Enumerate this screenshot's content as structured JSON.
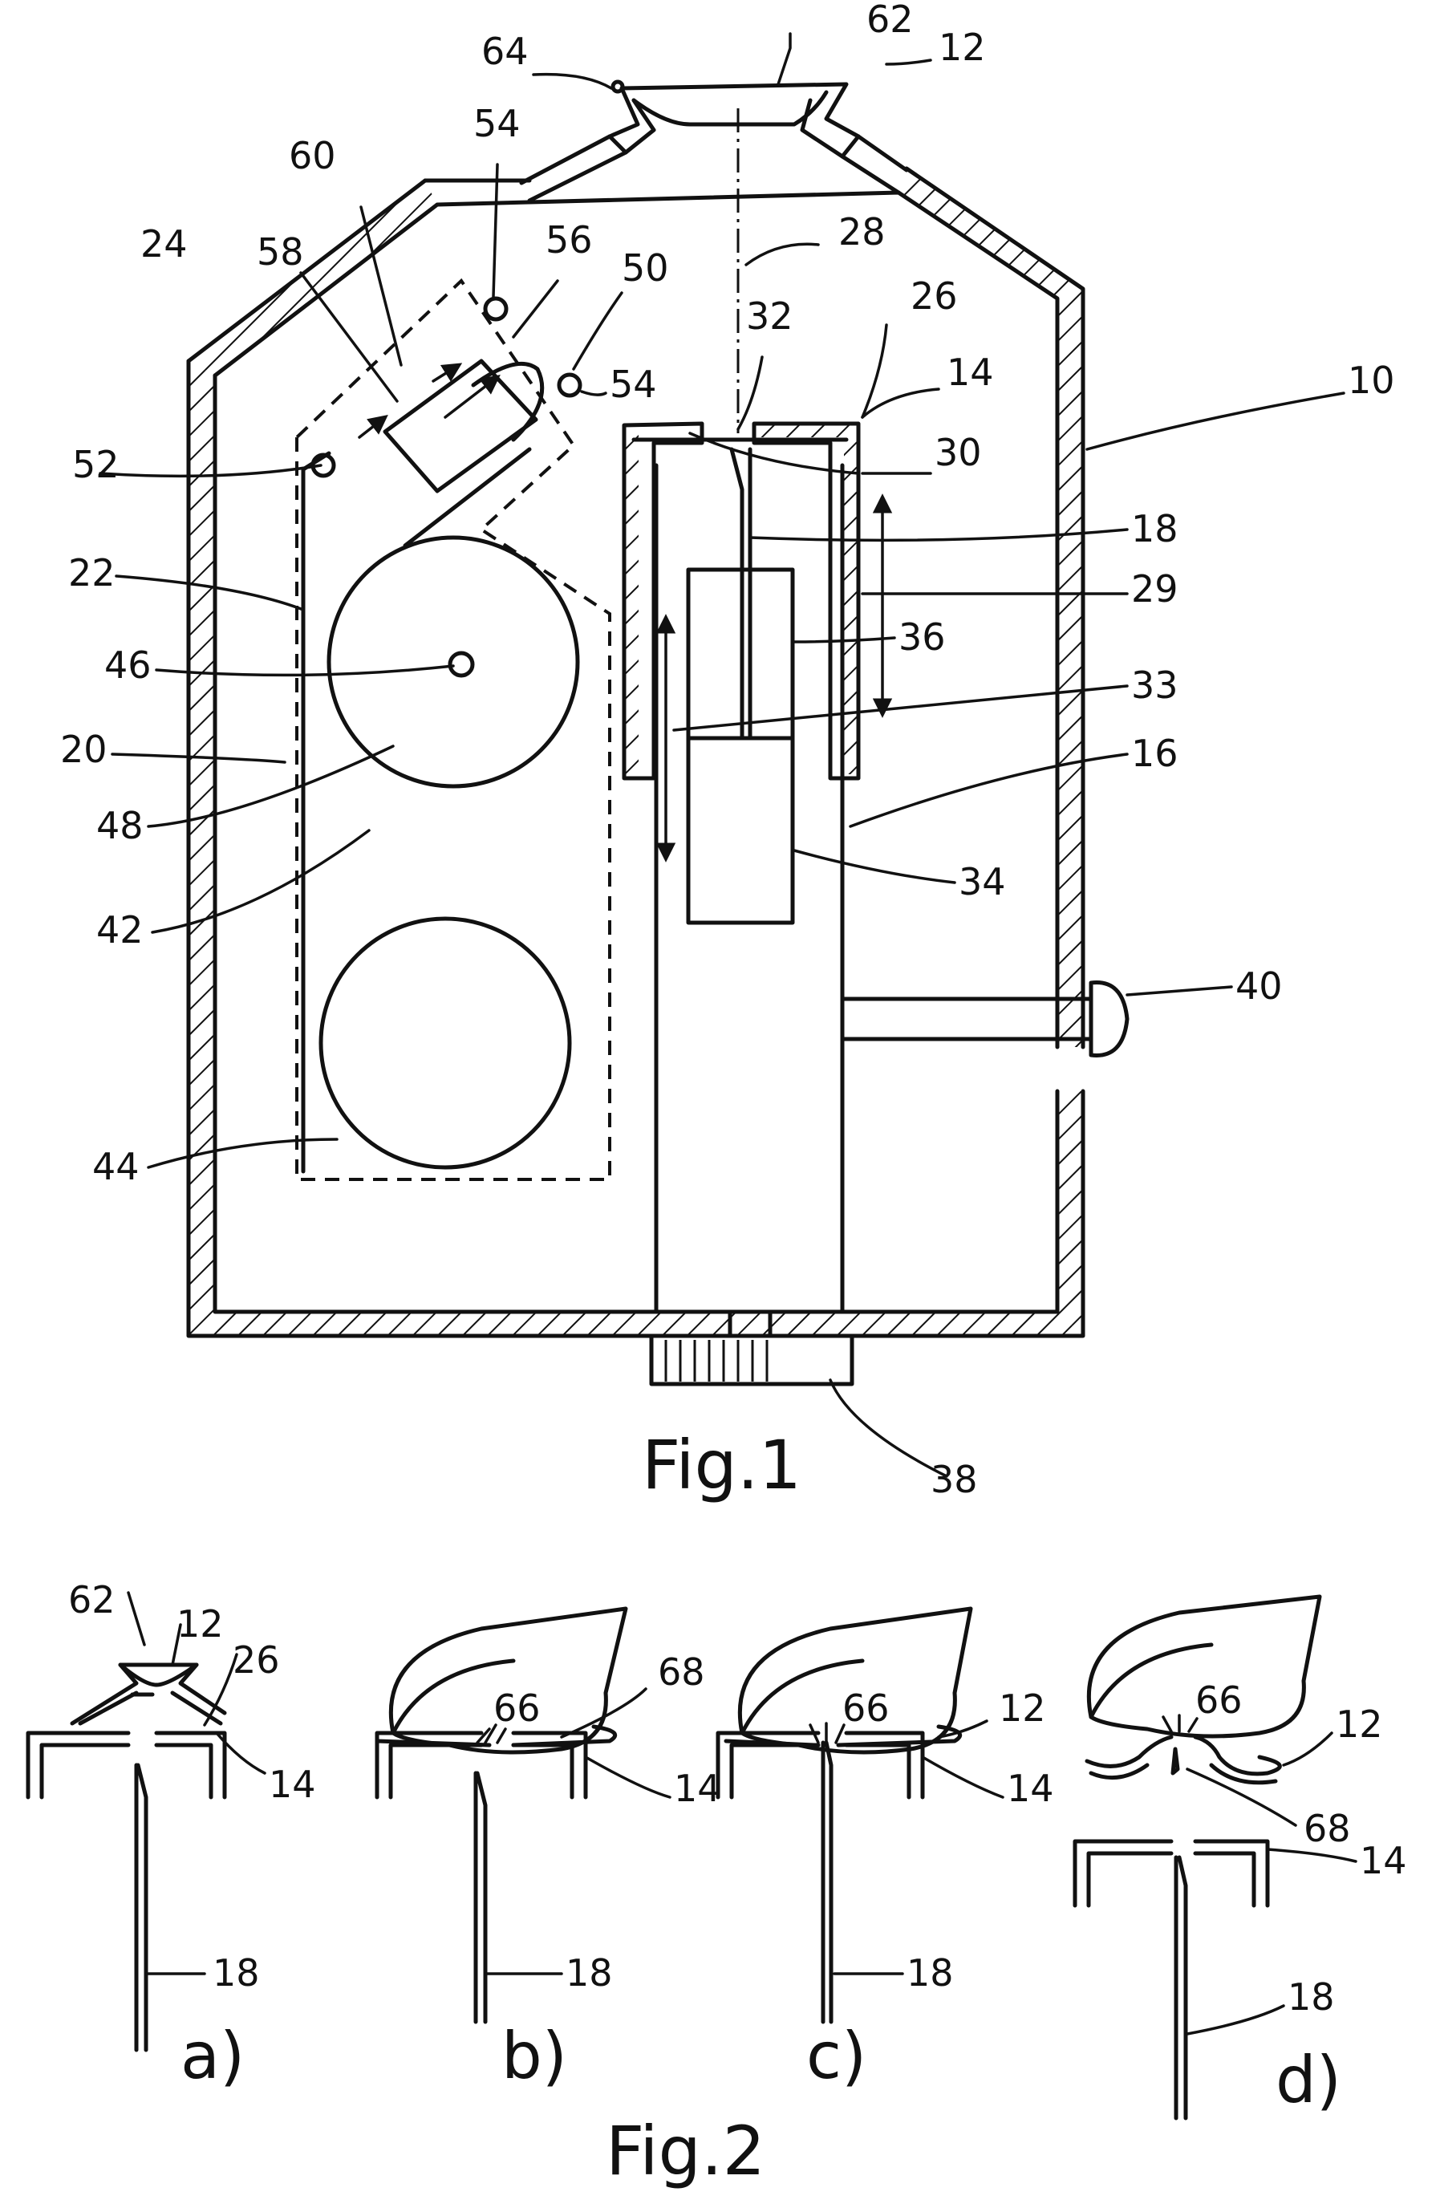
{
  "figures": {
    "fig1": {
      "caption": "Fig.1",
      "labels": [
        "64",
        "62",
        "12",
        "54",
        "60",
        "24",
        "58",
        "56",
        "50",
        "28",
        "26",
        "32",
        "14",
        "10",
        "54",
        "52",
        "30",
        "18",
        "22",
        "29",
        "36",
        "46",
        "33",
        "20",
        "16",
        "48",
        "42",
        "34",
        "40",
        "44",
        "38"
      ]
    },
    "fig2": {
      "caption": "Fig.2",
      "panels": {
        "a": {
          "sub": "a)",
          "labels": [
            "62",
            "12",
            "26",
            "14",
            "18"
          ]
        },
        "b": {
          "sub": "b)",
          "labels": [
            "66",
            "68",
            "14",
            "18"
          ]
        },
        "c": {
          "sub": "c)",
          "labels": [
            "66",
            "12",
            "14",
            "18"
          ]
        },
        "d": {
          "sub": "d)",
          "labels": [
            "66",
            "12",
            "68",
            "14",
            "18"
          ]
        }
      }
    }
  }
}
